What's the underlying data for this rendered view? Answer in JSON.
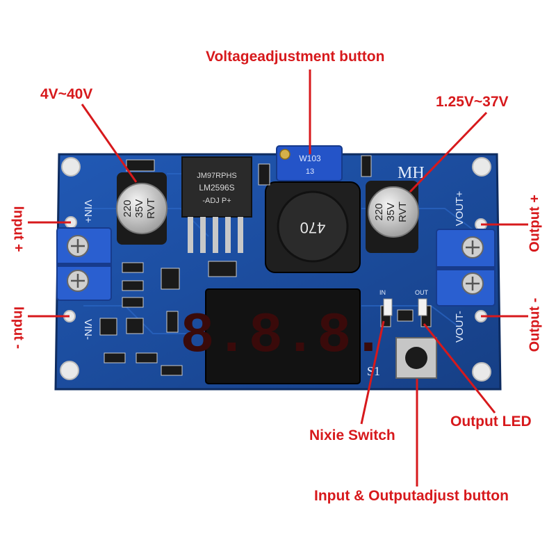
{
  "labels": {
    "voltage_adjust": "Voltageadjustment button",
    "input_range": "4V~40V",
    "output_range": "1.25V~37V",
    "input_plus": "Input +",
    "input_minus": "Input -",
    "output_plus": "Output +",
    "output_minus": "Output -",
    "nixie_switch": "Nixie Switch",
    "output_led": "Output LED",
    "io_adjust": "Input & Outputadjust button"
  },
  "board": {
    "brand": "MH",
    "vin_plus": "VIN+",
    "vin_minus": "VIN-",
    "vout_plus": "VOUT+",
    "vout_minus": "VOUT-",
    "led_in": "IN",
    "led_out": "OUT",
    "switch_ref": "S1",
    "pot_code_a": "W103",
    "pot_code_b": "13",
    "inductor_code": "470",
    "chip_line1": "JM97RPHS",
    "chip_line2": "LM2596S",
    "chip_line3": "-ADJ  P+",
    "cap_left": [
      "220",
      "35V",
      "RVT"
    ],
    "cap_right": [
      "220",
      "35V",
      "RVT"
    ],
    "display_text": "8.8.8."
  },
  "colors": {
    "pcb": "#1a4e9e",
    "pcb_dark": "#133a78",
    "annotation": "#d7191c",
    "terminal": "#2a5fd0",
    "display_off": "#3a0a0a"
  }
}
